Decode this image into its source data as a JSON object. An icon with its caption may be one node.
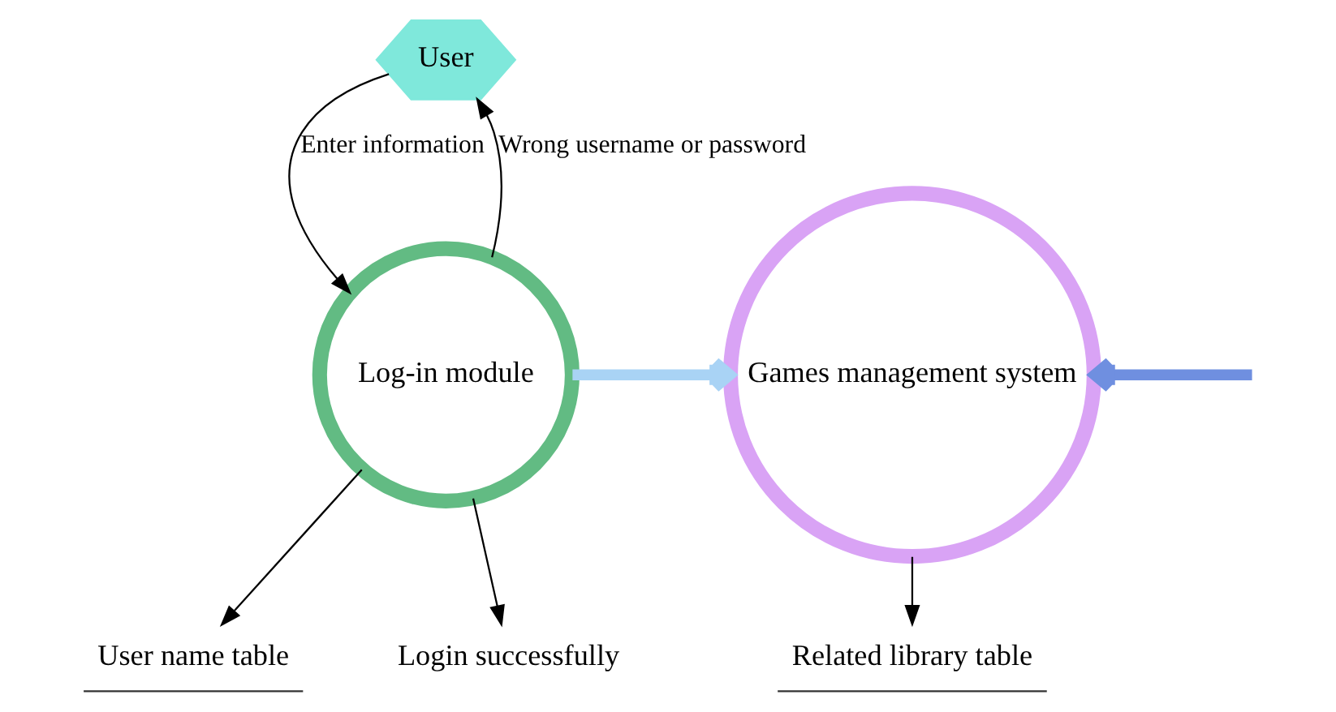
{
  "diagram": {
    "nodes": [
      {
        "text": [
          "User"
        ]
      },
      {
        "text": [
          "Log-in module"
        ]
      },
      {
        "text": [
          "Games management system"
        ]
      },
      {
        "text": [
          "User name table"
        ]
      },
      {
        "text": [
          "Related library table"
        ]
      },
      {
        "text": [
          "Login successfully"
        ]
      }
    ],
    "edges": [
      {
        "from": 0,
        "to": 1,
        "arrow": "to",
        "label": "Enter information"
      },
      {
        "from": 1,
        "to": 0,
        "arrow": "to",
        "label": "Wrong username or password"
      },
      {
        "from": 1,
        "to": 3,
        "arrow": "to"
      },
      {
        "from": 1,
        "to": 2,
        "arrow": "to",
        "style": "thick",
        "color": "#a9d3f5"
      },
      {
        "from": 2,
        "to": 4,
        "arrow": "to"
      },
      {
        "from": null,
        "to": 2,
        "arrow": "to",
        "style": "thick",
        "color": "#6f8fe0"
      },
      {
        "from": 1,
        "to": 5,
        "arrow": "to"
      }
    ]
  }
}
